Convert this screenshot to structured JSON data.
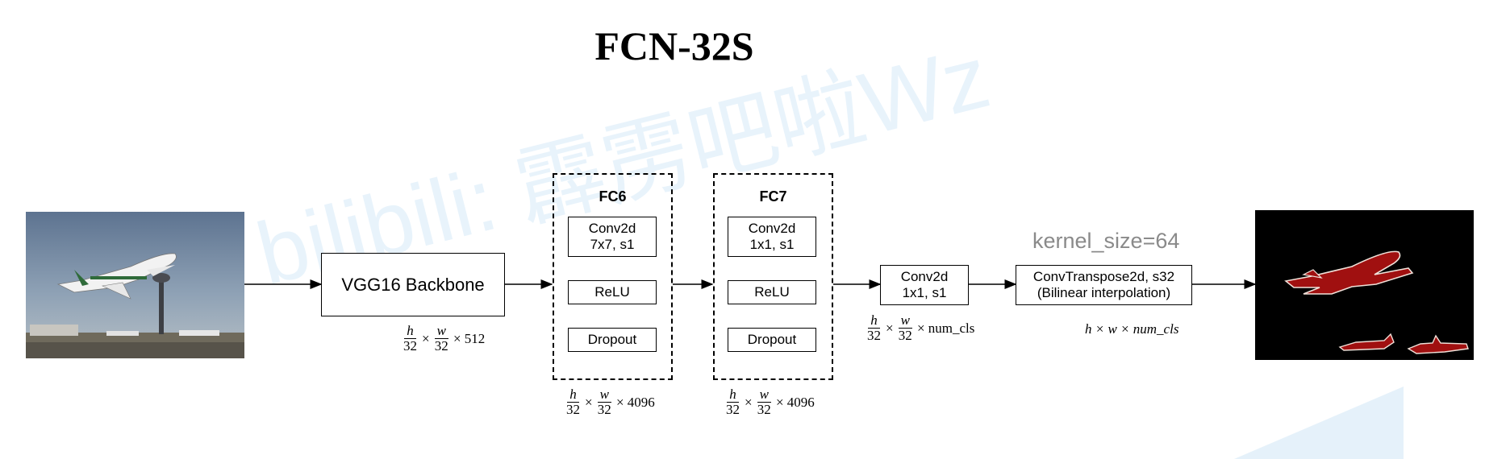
{
  "title": "FCN-32S",
  "watermark": "bilibili: 霹雳吧啦Wz",
  "nodes": {
    "backbone": "VGG16 Backbone",
    "fc6": {
      "label": "FC6",
      "conv_line1": "Conv2d",
      "conv_line2": "7x7, s1",
      "relu": "ReLU",
      "dropout": "Dropout"
    },
    "fc7": {
      "label": "FC7",
      "conv_line1": "Conv2d",
      "conv_line2": "1x1, s1",
      "relu": "ReLU",
      "dropout": "Dropout"
    },
    "conv": {
      "line1": "Conv2d",
      "line2": "1x1, s1"
    },
    "convtranspose": {
      "line1": "ConvTranspose2d, s32",
      "line2": "(Bilinear interpolation)"
    },
    "kernel_note": "kernel_size=64"
  },
  "shapes": {
    "backbone_out": {
      "num1": "h",
      "den1": "32",
      "num2": "w",
      "den2": "32",
      "tail": "× 512"
    },
    "fc6_out": {
      "num1": "h",
      "den1": "32",
      "num2": "w",
      "den2": "32",
      "tail": "× 4096"
    },
    "fc7_out": {
      "num1": "h",
      "den1": "32",
      "num2": "w",
      "den2": "32",
      "tail": "× 4096"
    },
    "conv_out": {
      "num1": "h",
      "den1": "32",
      "num2": "w",
      "den2": "32",
      "tail": "× num_cls"
    },
    "final_out": "h × w × num_cls"
  },
  "colors": {
    "segment_red": "#a01010",
    "segment_outline": "#f0e0d8",
    "watermark": "#96c8eb"
  }
}
